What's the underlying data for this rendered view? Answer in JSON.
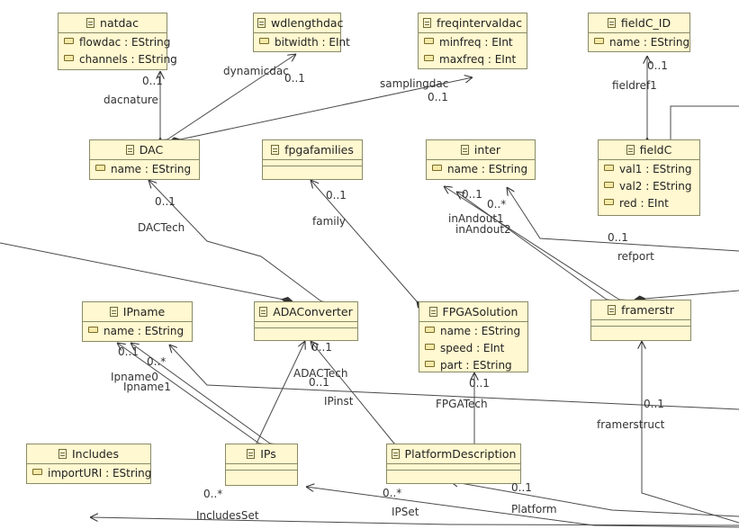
{
  "classes": {
    "natdac": {
      "name": "natdac",
      "attrs": [
        "flowdac : EString",
        "channels : EString"
      ]
    },
    "wdlengthdac": {
      "name": "wdlengthdac",
      "attrs": [
        "bitwidth : EInt"
      ]
    },
    "freqintervaldac": {
      "name": "freqintervaldac",
      "attrs": [
        "minfreq : EInt",
        "maxfreq : EInt"
      ]
    },
    "fieldC_ID": {
      "name": "fieldC_ID",
      "attrs": [
        "name : EString"
      ]
    },
    "DAC": {
      "name": "DAC",
      "attrs": [
        "name : EString"
      ]
    },
    "fpgafamilies": {
      "name": "fpgafamilies",
      "attrs": []
    },
    "inter": {
      "name": "inter",
      "attrs": [
        "name : EString"
      ]
    },
    "fieldC": {
      "name": "fieldC",
      "attrs": [
        "val1 : EString",
        "val2 : EString",
        "red : EInt"
      ]
    },
    "IPname": {
      "name": "IPname",
      "attrs": [
        "name : EString"
      ]
    },
    "ADAConverter": {
      "name": "ADAConverter",
      "attrs": []
    },
    "FPGASolution": {
      "name": "FPGASolution",
      "attrs": [
        "name : EString",
        "speed : EInt",
        "part : EString"
      ]
    },
    "framerstr": {
      "name": "framerstr",
      "attrs": []
    },
    "Includes": {
      "name": "Includes",
      "attrs": [
        "importURI : EString"
      ]
    },
    "IPs": {
      "name": "IPs",
      "attrs": []
    },
    "PlatformDescription": {
      "name": "PlatformDescription",
      "attrs": []
    }
  },
  "labels": {
    "dacnature_mult": "0..1",
    "dacnature": "dacnature",
    "dynamicdac": "dynamicdac",
    "dynamicdac_mult": "0..1",
    "samplingdac": "samplingdac",
    "samplingdac_mult": "0..1",
    "fieldref1_mult": "0..1",
    "fieldref1": "fieldref1",
    "dactech_mult": "0..1",
    "dactech": "DACTech",
    "family_mult": "0..1",
    "family": "family",
    "inandout1_mult": "0..1",
    "inandout2_mult": "0..*",
    "inandout1": "inAndout1",
    "inandout2": "inAndout2",
    "refport_mult": "0..1",
    "refport": "refport",
    "ipname0_mult": "0..1",
    "ipname1_mult": "0..*",
    "ipname0": "Ipname0",
    "ipname1": "Ipname1",
    "adactech_mult": "0..1",
    "adactech": "ADACTech",
    "ipinst_mult": "0..1",
    "ipinst": "IPinst",
    "fpgatech_mult": "0..1",
    "fpgatech": "FPGATech",
    "framerstruct_mult": "0..1",
    "framerstruct": "framerstruct",
    "includesset_mult": "0..*",
    "includesset": "IncludesSet",
    "ipset_mult": "0..*",
    "ipset": "IPSet",
    "platform_mult": "0..1",
    "platform": "Platform"
  }
}
